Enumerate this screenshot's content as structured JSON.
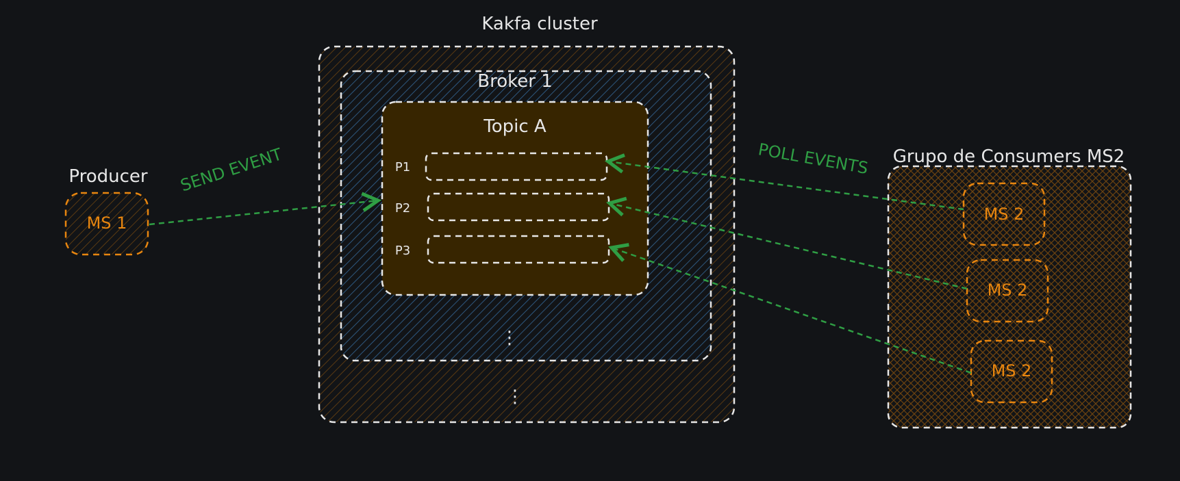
{
  "diagram": {
    "cluster": {
      "title": "Kakfa cluster",
      "ellipsis": "⋮"
    },
    "broker": {
      "title": "Broker 1",
      "ellipsis": "⋮"
    },
    "topic": {
      "title": "Topic A",
      "partitions": [
        {
          "label": "P1"
        },
        {
          "label": "P2"
        },
        {
          "label": "P3"
        }
      ]
    },
    "producer": {
      "title": "Producer",
      "node_label": "MS 1"
    },
    "consumer_group": {
      "title": "Grupo de Consumers MS2",
      "consumers": [
        {
          "label": "MS 2"
        },
        {
          "label": "MS 2"
        },
        {
          "label": "MS 2"
        }
      ]
    },
    "edges": {
      "send_label": "SEND EVENT",
      "poll_label": "POLL EVENTS"
    },
    "colors": {
      "background": "#121417",
      "stroke_white": "#e7e7e7",
      "orange": "#e8860f",
      "green": "#2f9e44",
      "blue_hatch": "#1971c2",
      "topic_fill": "#372500"
    }
  }
}
